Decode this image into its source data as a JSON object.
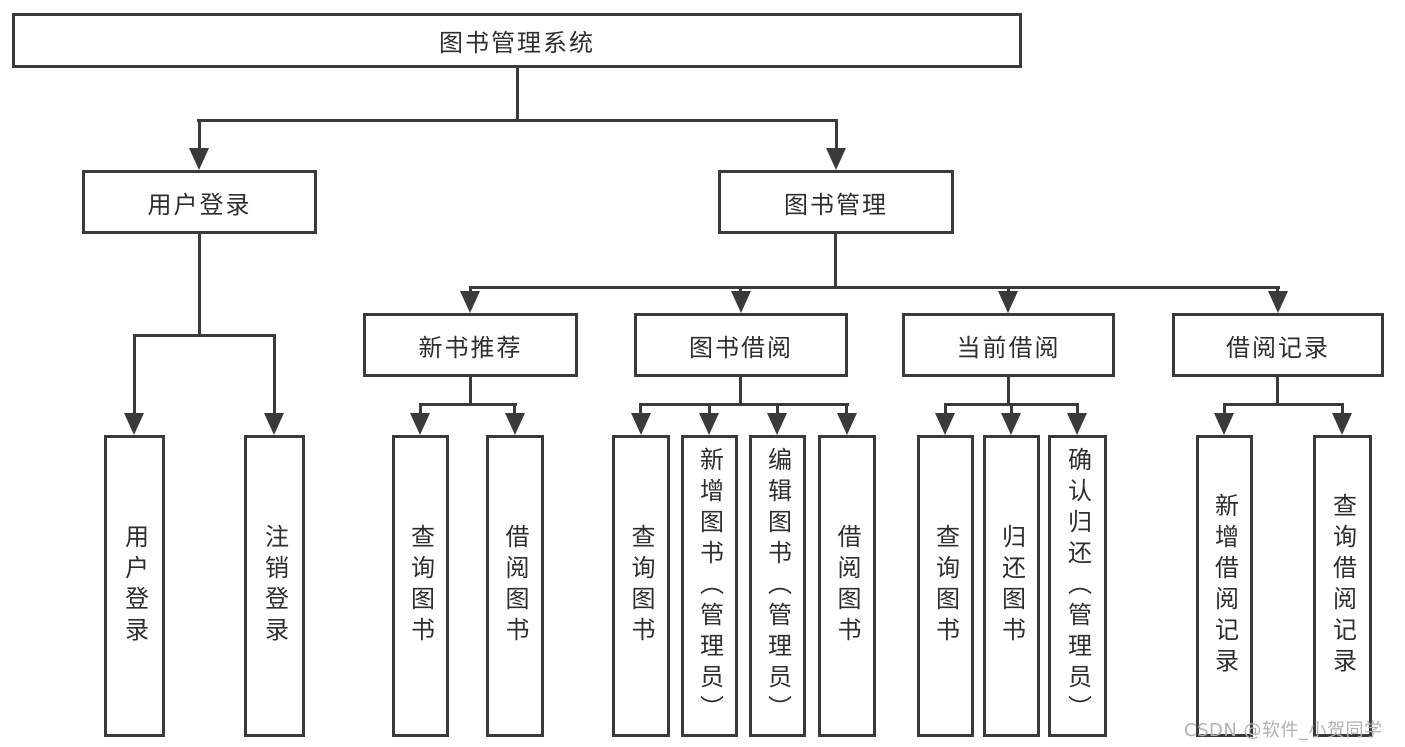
{
  "diagram": {
    "root": {
      "label": "图书管理系统"
    },
    "branches": [
      {
        "label": "用户登录",
        "children": [
          {
            "label": "用户登录"
          },
          {
            "label": "注销登录"
          }
        ]
      },
      {
        "label": "图书管理",
        "sections": [
          {
            "label": "新书推荐",
            "children": [
              {
                "label": "查询图书"
              },
              {
                "label": "借阅图书"
              }
            ]
          },
          {
            "label": "图书借阅",
            "children": [
              {
                "label": "查询图书"
              },
              {
                "label": "新增图书（管理员）"
              },
              {
                "label": "编辑图书（管理员）"
              },
              {
                "label": "借阅图书"
              }
            ]
          },
          {
            "label": "当前借阅",
            "children": [
              {
                "label": "查询图书"
              },
              {
                "label": "归还图书"
              },
              {
                "label": "确认归还（管理员）"
              }
            ]
          },
          {
            "label": "借阅记录",
            "children": [
              {
                "label": "新增借阅记录"
              },
              {
                "label": "查询借阅记录"
              }
            ]
          }
        ]
      }
    ]
  },
  "watermark": {
    "text": "CSDN @软件_小贺同学"
  },
  "colors": {
    "line": "#3a3a3a",
    "text": "#2e2e2e",
    "background": "#ffffff",
    "watermark": "#b2b2b2"
  }
}
